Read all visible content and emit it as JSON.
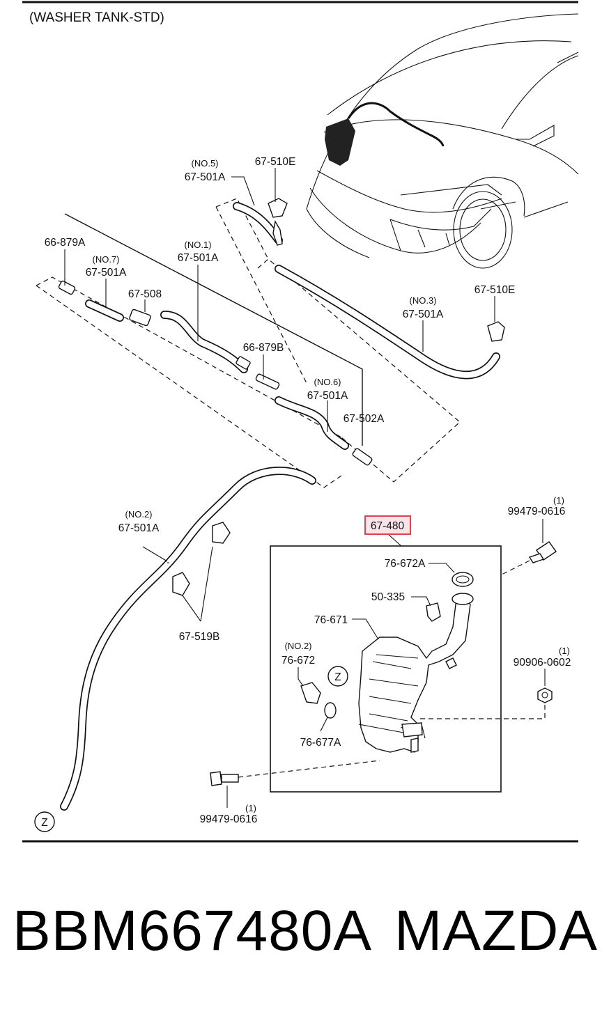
{
  "diagram": {
    "title": "(WASHER TANK-STD)",
    "highlighted_part": "67-480",
    "callouts": {
      "c1": {
        "qualifier": "(NO.5)",
        "part": "67-501A"
      },
      "c2": {
        "part": "67-510E"
      },
      "c3": {
        "part": "66-879A"
      },
      "c4": {
        "qualifier": "(NO.7)",
        "part": "67-501A"
      },
      "c5": {
        "qualifier": "(NO.1)",
        "part": "67-501A"
      },
      "c6": {
        "part": "67-508"
      },
      "c7": {
        "part": "66-879B"
      },
      "c8": {
        "qualifier": "(NO.6)",
        "part": "67-501A"
      },
      "c9": {
        "part": "67-502A"
      },
      "c10": {
        "qualifier": "(NO.3)",
        "part": "67-501A"
      },
      "c11": {
        "part": "67-510E"
      },
      "c12": {
        "qualifier": "(NO.2)",
        "part": "67-501A"
      },
      "c13": {
        "part": "67-519B"
      },
      "c14": {
        "qualifier": "(1)",
        "part": "99479-0616"
      },
      "c15": {
        "part": "76-672A"
      },
      "c16": {
        "part": "50-335"
      },
      "c17": {
        "part": "76-671"
      },
      "c18": {
        "qualifier": "(NO.2)",
        "part": "76-672"
      },
      "c19": {
        "part": "76-677A"
      },
      "c20": {
        "qualifier": "(1)",
        "part": "90906-0602"
      },
      "c21": {
        "qualifier": "(1)",
        "part": "99479-0616"
      }
    },
    "zone_marker": "Z"
  },
  "caption": {
    "part_number": "BBM667480A",
    "brand": "MAZDA"
  },
  "colors": {
    "highlight_box": "#e0404f",
    "highlight_fill": "#fbe4e8",
    "line": "#111111",
    "background": "#ffffff"
  }
}
